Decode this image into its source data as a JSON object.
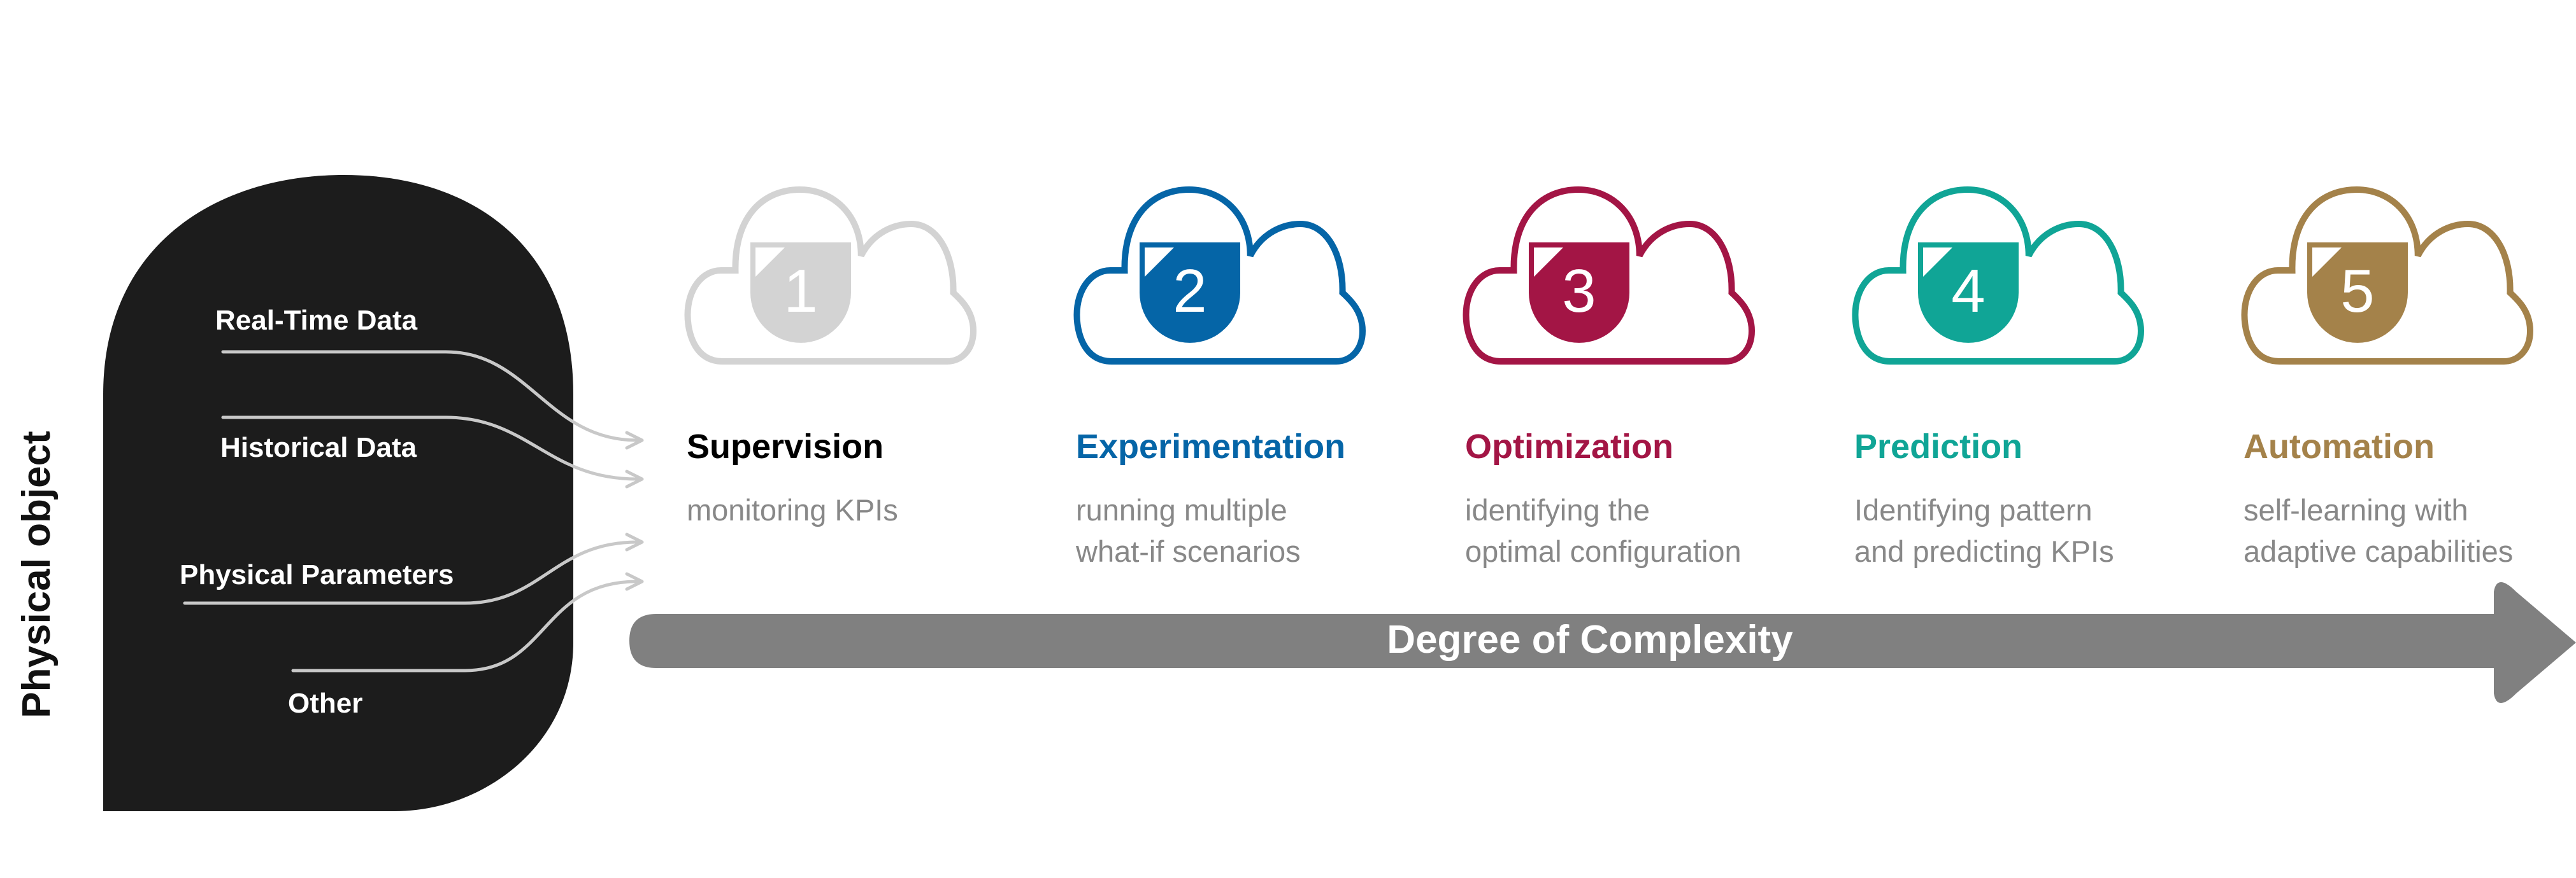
{
  "side_label": "Physical object",
  "inputs": [
    "Real-Time Data",
    "Historical Data",
    "Physical Parameters",
    "Other"
  ],
  "stages": [
    {
      "number": "1",
      "title": "Supervision",
      "title_color": "#000000",
      "cloud_color": "#d3d3d3",
      "desc": [
        "monitoring KPIs"
      ]
    },
    {
      "number": "2",
      "title": "Experimentation",
      "title_color": "#0565a7",
      "cloud_color": "#0565a7",
      "desc": [
        "running multiple",
        "what-if scenarios"
      ]
    },
    {
      "number": "3",
      "title": "Optimization",
      "title_color": "#a31545",
      "cloud_color": "#a31545",
      "desc": [
        "identifying the",
        "optimal configuration"
      ]
    },
    {
      "number": "4",
      "title": "Prediction",
      "title_color": "#10a596",
      "cloud_color": "#10a596",
      "desc": [
        "Identifying pattern",
        "and predicting KPIs"
      ]
    },
    {
      "number": "5",
      "title": "Automation",
      "title_color": "#a4824a",
      "cloud_color": "#a4824a",
      "desc": [
        "self-learning with",
        "adaptive  capabilities"
      ]
    }
  ],
  "arrow_label": "Degree of Complexity",
  "colors": {
    "object_fill": "#1c1c1c",
    "arrow": "#808080",
    "connector": "#c8c8c8"
  }
}
